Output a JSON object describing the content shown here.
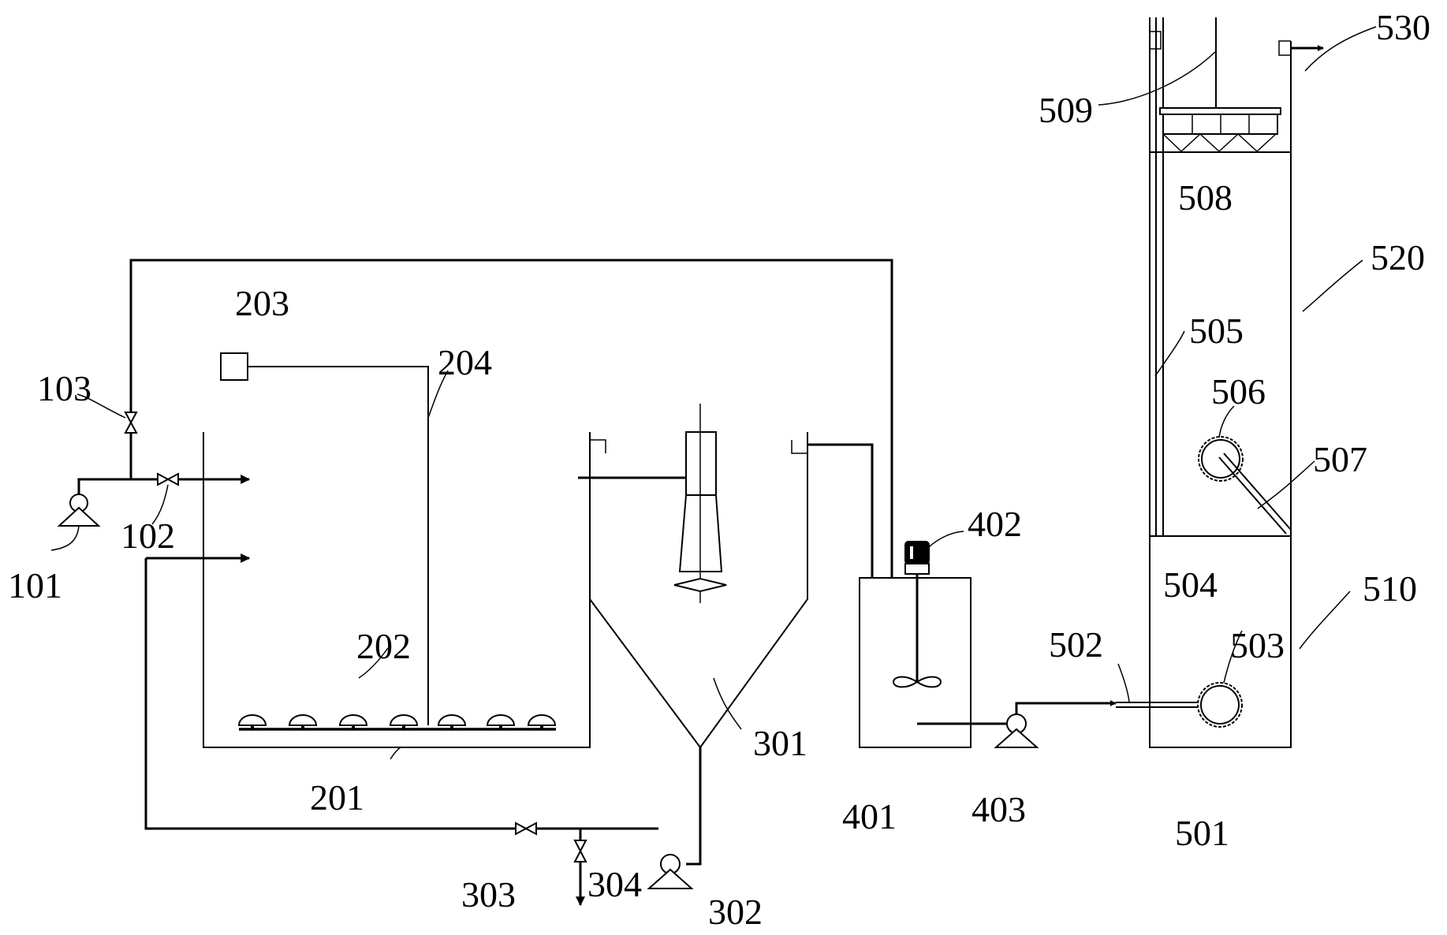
{
  "labels": {
    "l101": "101",
    "l102": "102",
    "l103": "103",
    "l201": "201",
    "l202": "202",
    "l203": "203",
    "l204": "204",
    "l301": "301",
    "l302": "302",
    "l303": "303",
    "l304": "304",
    "l401": "401",
    "l402": "402",
    "l403": "403",
    "l501": "501",
    "l502": "502",
    "l503": "503",
    "l504": "504",
    "l505": "505",
    "l506": "506",
    "l507": "507",
    "l508": "508",
    "l509": "509",
    "l510": "510",
    "l520": "520",
    "l530": "530"
  }
}
